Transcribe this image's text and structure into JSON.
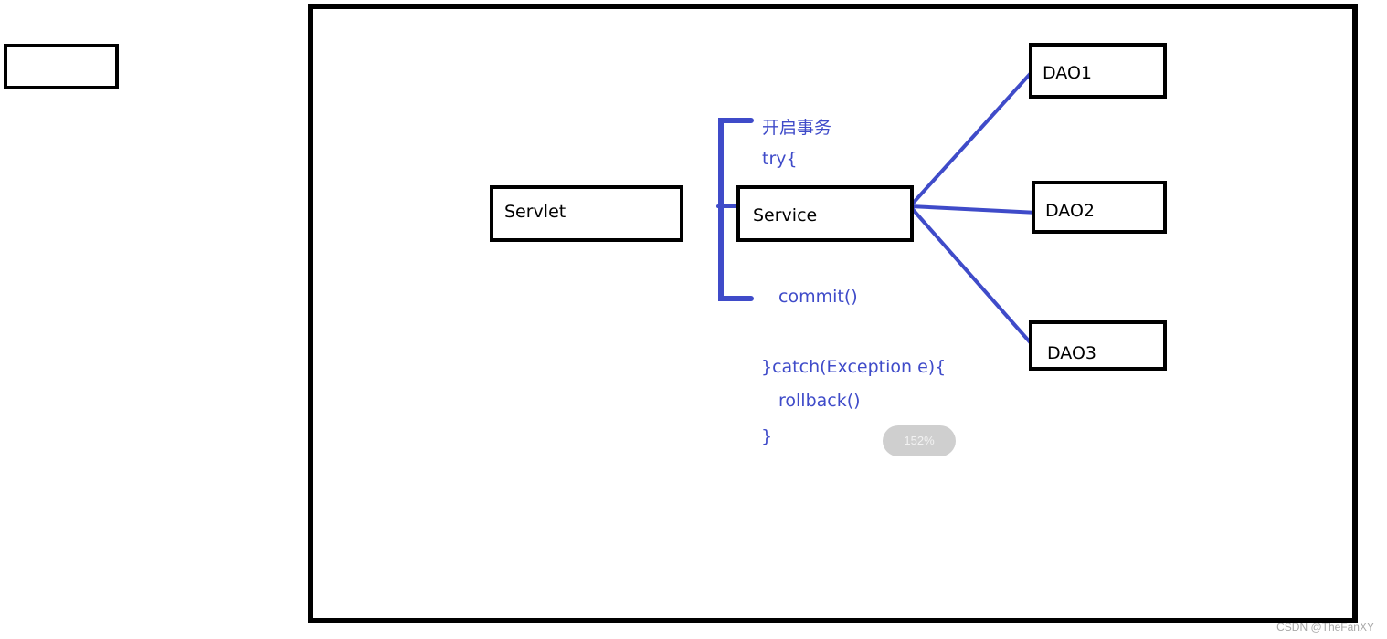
{
  "nodes": {
    "servlet": "Servlet",
    "service": "Service",
    "dao1": "DAO1",
    "dao2": "DAO2",
    "dao3": "DAO3"
  },
  "code": {
    "begin_transaction": "开启事务",
    "try_open": "try{",
    "commit": "commit()",
    "catch": "}catch(Exception e){",
    "rollback": "rollback()",
    "close_brace": "}"
  },
  "zoom_badge": "152%",
  "watermark": "CSDN @TheFanXY",
  "colors": {
    "box_border": "#000000",
    "code_text": "#3f4bc9",
    "connector": "#3f4bc9",
    "zoom_badge_bg": "#cfcfcf"
  }
}
